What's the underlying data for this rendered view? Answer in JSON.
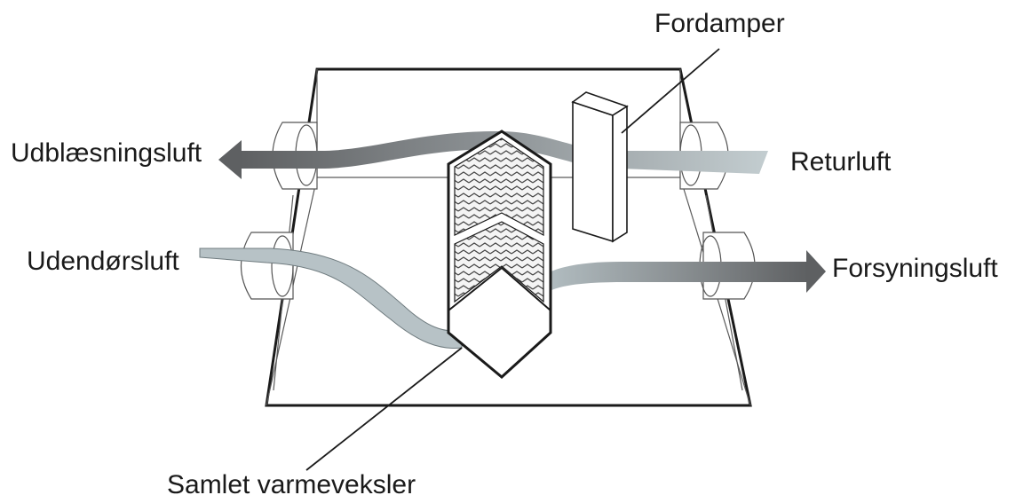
{
  "labels": {
    "exhaust": "Udblæsningsluft",
    "return": "Returluft",
    "outdoor": "Udendørsluft",
    "supply": "Forsyningsluft",
    "evaporator": "Fordamper",
    "exchanger": "Samlet varmeveksler"
  },
  "colors": {
    "outline": "#1a1a1a",
    "flow_dark": "#6b6b6b",
    "flow_light": "#b7c2c6",
    "panel": "#ffffff"
  }
}
